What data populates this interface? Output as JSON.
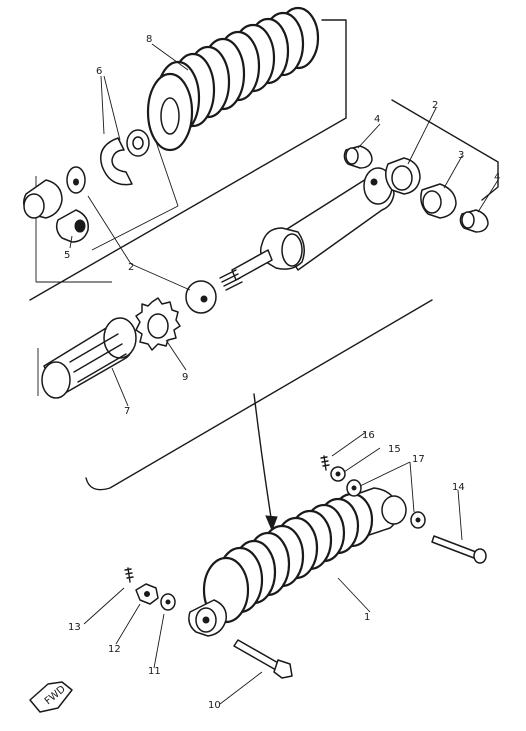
{
  "callouts": {
    "c1": "1",
    "c2a": "2",
    "c2b": "2",
    "c3": "3",
    "c4a": "4",
    "c4b": "4",
    "c5": "5",
    "c6": "6",
    "c7": "7",
    "c8": "8",
    "c9": "9",
    "c10": "10",
    "c11": "11",
    "c12": "12",
    "c13": "13",
    "c14": "14",
    "c15": "15",
    "c16": "16",
    "c17": "17"
  },
  "fwd_label": "FWD"
}
